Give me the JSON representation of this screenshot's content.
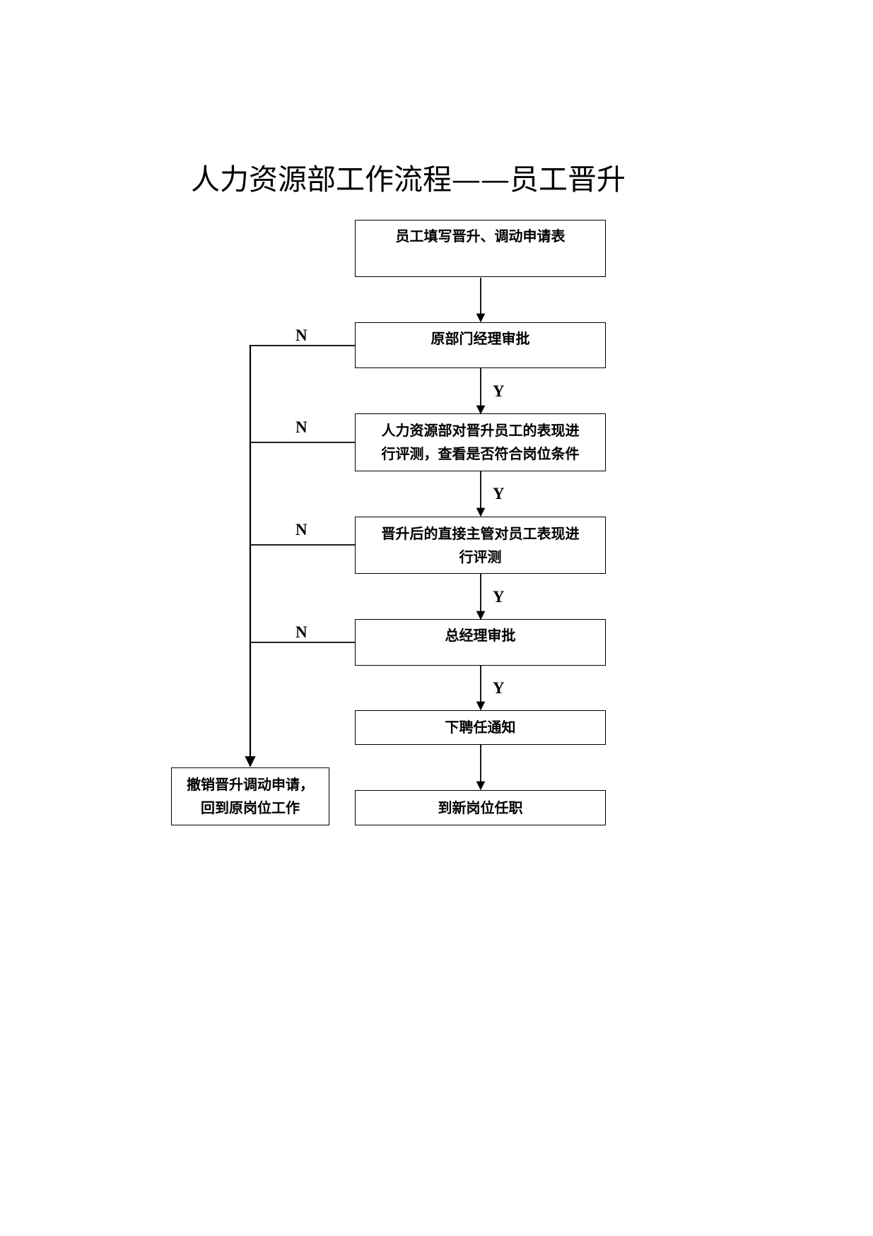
{
  "title": "人力资源部工作流程——员工晋升",
  "steps": [
    {
      "text": "员工填写晋升、调动申请表"
    },
    {
      "text": "原部门经理审批"
    },
    {
      "text": "人力资源部对晋升员工的表现进行评测，查看是否符合岗位条件",
      "lines": [
        "人力资源部对晋升员工的表现进",
        "行评测，查看是否符合岗位条件"
      ]
    },
    {
      "text": "晋升后的直接主管对员工表现进行评测",
      "lines": [
        "晋升后的直接主管对员工表现进",
        "行评测"
      ]
    },
    {
      "text": "总经理审批"
    },
    {
      "text": "下聘任通知"
    },
    {
      "text": "到新岗位任职"
    }
  ],
  "reject": {
    "text": "撤销晋升调动申请，回到原岗位工作",
    "lines": [
      "撤销晋升调动申请，",
      "回到原岗位工作"
    ]
  },
  "branch_labels": {
    "yes": "Y",
    "no": "N"
  }
}
